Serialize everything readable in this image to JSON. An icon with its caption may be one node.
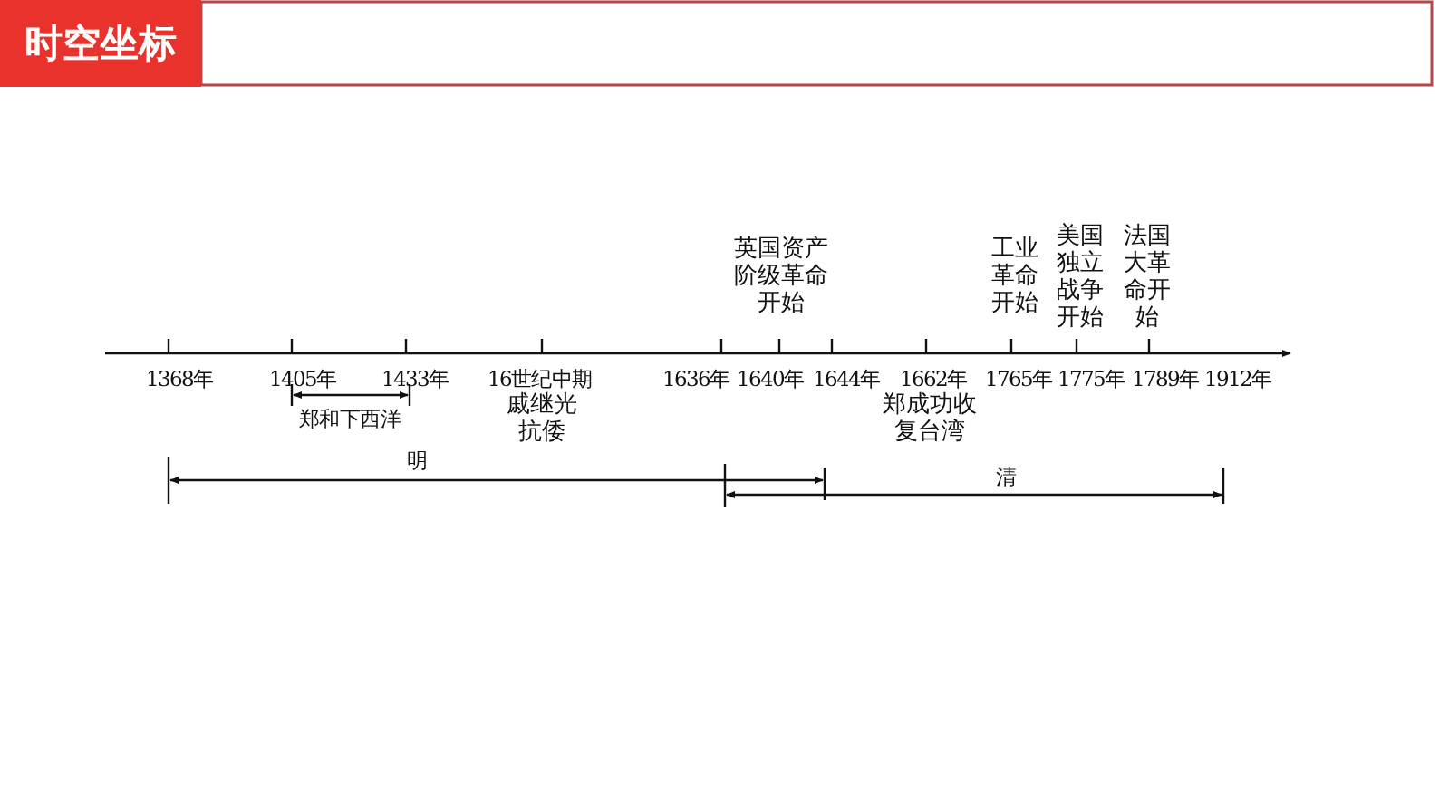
{
  "diagram": {
    "title": "时空坐标",
    "labels": [
      "英国资产阶级革命开始",
      "工业革命开始",
      "美国独立战争开始",
      "法国大革命开始",
      "1368年",
      "1405年",
      "1433年",
      "16世纪中期",
      "1636年",
      "1640年",
      "1644年",
      "1662年",
      "1765年",
      "1775年",
      "1789年",
      "1912年",
      "郑和下西洋",
      "戚继光抗倭",
      "郑成功收复台湾",
      "明",
      "清"
    ]
  }
}
